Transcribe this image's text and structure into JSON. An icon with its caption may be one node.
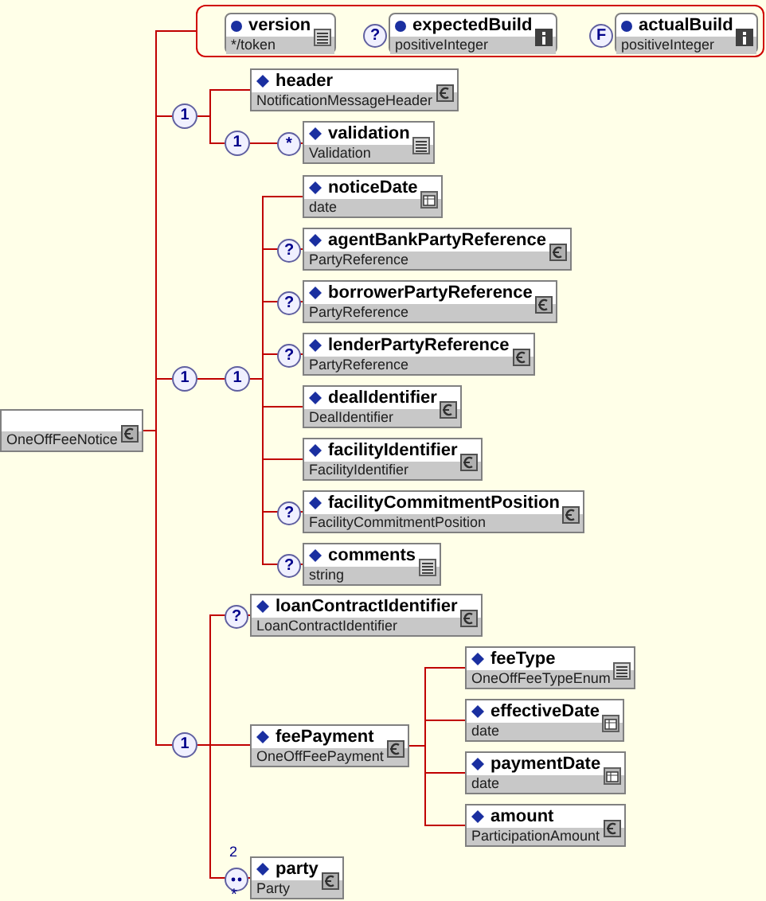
{
  "diagram": {
    "nodes": [
      {
        "text": [
          "OneOffFeeNotice"
        ]
      },
      {
        "text": [],
        "shape": "box"
      },
      {
        "text": [
          "version",
          "*/token"
        ],
        "in": 1
      },
      {
        "text": [
          "expectedBuild",
          "positiveInteger"
        ],
        "in": 1,
        "beside": [
          "?"
        ]
      },
      {
        "text": [
          "actualBuild",
          "positiveInteger"
        ],
        "in": 1,
        "beside": [
          "F"
        ]
      },
      {
        "text": [
          "1"
        ]
      },
      {
        "text": [
          "header",
          "NotificationMessageHeader"
        ]
      },
      {
        "text": [
          "1"
        ]
      },
      {
        "text": [
          "validation",
          "Validation"
        ],
        "beside": [
          "*"
        ]
      },
      {
        "text": [
          "1"
        ]
      },
      {
        "text": [
          "1"
        ]
      },
      {
        "text": [
          "noticeDate",
          "date"
        ]
      },
      {
        "text": [
          "agentBankPartyReference",
          "PartyReference"
        ],
        "beside": [
          "?"
        ]
      },
      {
        "text": [
          "borrowerPartyReference",
          "PartyReference"
        ],
        "beside": [
          "?"
        ]
      },
      {
        "text": [
          "lenderPartyReference",
          "PartyReference"
        ],
        "beside": [
          "?"
        ]
      },
      {
        "text": [
          "dealIdentifier",
          "DealIdentifier"
        ]
      },
      {
        "text": [
          "facilityIdentifier",
          "FacilityIdentifier"
        ]
      },
      {
        "text": [
          "facilityCommitmentPosition",
          "FacilityCommitmentPosition"
        ],
        "beside": [
          "?"
        ]
      },
      {
        "text": [
          "comments",
          "string"
        ],
        "beside": [
          "?"
        ]
      },
      {
        "text": [
          "1"
        ]
      },
      {
        "text": [
          "loanContractIdentifier",
          "LoanContractIdentifier"
        ],
        "beside": [
          "?"
        ]
      },
      {
        "text": [
          "feePayment",
          "OneOffFeePayment"
        ]
      },
      {
        "text": [
          "feeType",
          "OneOffFeeTypeEnum"
        ]
      },
      {
        "text": [
          "effectiveDate",
          "date"
        ]
      },
      {
        "text": [
          "paymentDate",
          "date"
        ]
      },
      {
        "text": [
          "amount",
          "ParticipationAmount"
        ]
      },
      {
        "text": [
          "party",
          "Party"
        ],
        "beside": [
          "2",
          "*"
        ]
      }
    ],
    "edges": [
      {
        "from": 0,
        "to": 1,
        "arrow": "none"
      },
      {
        "from": 0,
        "to": 5,
        "arrow": "none"
      },
      {
        "from": 5,
        "to": 6,
        "arrow": "none"
      },
      {
        "from": 5,
        "to": 7,
        "arrow": "none"
      },
      {
        "from": 7,
        "to": 8,
        "arrow": "none"
      },
      {
        "from": 0,
        "to": 9,
        "arrow": "none"
      },
      {
        "from": 9,
        "to": 10,
        "arrow": "none"
      },
      {
        "from": 10,
        "to": 11,
        "arrow": "none"
      },
      {
        "from": 10,
        "to": 12,
        "arrow": "none"
      },
      {
        "from": 10,
        "to": 13,
        "arrow": "none"
      },
      {
        "from": 10,
        "to": 14,
        "arrow": "none"
      },
      {
        "from": 10,
        "to": 15,
        "arrow": "none"
      },
      {
        "from": 10,
        "to": 16,
        "arrow": "none"
      },
      {
        "from": 10,
        "to": 17,
        "arrow": "none"
      },
      {
        "from": 10,
        "to": 18,
        "arrow": "none"
      },
      {
        "from": 0,
        "to": 19,
        "arrow": "none"
      },
      {
        "from": 19,
        "to": 20,
        "arrow": "none"
      },
      {
        "from": 19,
        "to": 21,
        "arrow": "none"
      },
      {
        "from": 19,
        "to": 26,
        "arrow": "none"
      },
      {
        "from": 21,
        "to": 22,
        "arrow": "none"
      },
      {
        "from": 21,
        "to": 23,
        "arrow": "none"
      },
      {
        "from": 21,
        "to": 24,
        "arrow": "none"
      },
      {
        "from": 21,
        "to": 25,
        "arrow": "none"
      }
    ]
  }
}
